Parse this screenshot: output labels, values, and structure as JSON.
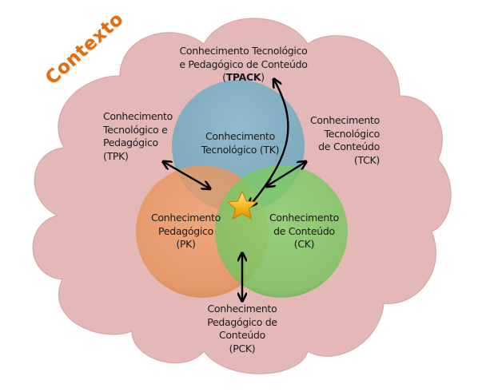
{
  "diagram": {
    "type": "venn",
    "context_label": "Contexto",
    "colors": {
      "cloud": "#E5B8B8",
      "technological": "#80AEC3",
      "pedagogical": "#E9975F",
      "content": "#7CC865",
      "context_text": "#E46C0A",
      "star": "#F6B40E",
      "arrow": "#000000"
    },
    "circles": {
      "tk": {
        "lines": [
          "Conhecimento",
          "Tecnológico (TK)"
        ]
      },
      "pk": {
        "lines": [
          "Conhecimento",
          "Pedagógico",
          "(PK)"
        ]
      },
      "ck": {
        "lines": [
          "Conhecimento",
          "de Conteúdo",
          "(CK)"
        ]
      }
    },
    "labels": {
      "tpack": {
        "lines": [
          "Conhecimento Tecnológico",
          "e Pedagógico de Conteúdo"
        ],
        "abbr": "TPACK"
      },
      "tpk": {
        "lines": [
          "Conhecimento",
          "Tecnológico e",
          "Pedagógico",
          "(TPK)"
        ]
      },
      "tck": {
        "lines": [
          "Conhecimento",
          "Tecnológico",
          "de Conteúdo",
          "(TCK)"
        ]
      },
      "pck": {
        "lines": [
          "Conhecimento",
          "Pedagógico de",
          "Conteúdo",
          "(PCK)"
        ]
      }
    },
    "center_marker": "star-icon"
  }
}
